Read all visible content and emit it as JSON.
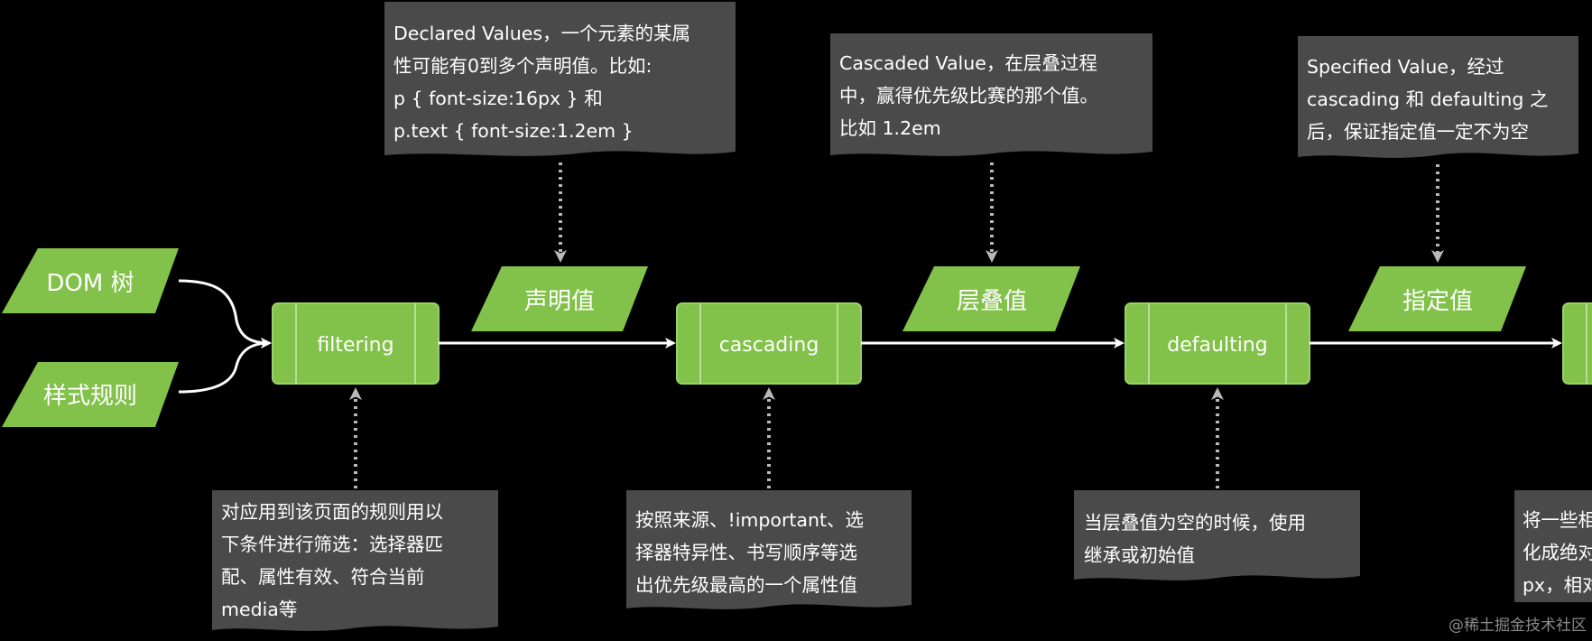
{
  "diagram": {
    "inputs": {
      "dom_tree": "DOM 树",
      "style_rules": "样式规则"
    },
    "processes": {
      "filtering": "filtering",
      "cascading": "cascading",
      "defaulting": "defaulting"
    },
    "values": {
      "declared": "声明值",
      "cascaded": "层叠值",
      "specified": "指定值"
    },
    "notes": {
      "declared": [
        "Declared Values，一个元素的某属",
        "性可能有0到多个声明值。比如:",
        "p { font-size:16px } 和",
        "p.text { font-size:1.2em }"
      ],
      "cascaded": [
        "Cascaded Value，在层叠过程",
        "中，赢得优先级比赛的那个值。",
        "比如 1.2em"
      ],
      "specified": [
        "Specified Value，经过",
        "cascading 和 defaulting 之",
        "后，保证指定值一定不为空"
      ],
      "filtering": [
        "对应用到该页面的规则用以",
        "下条件进行筛选：选择器匹",
        "配、属性有效、符合当前",
        "media等"
      ],
      "cascading": [
        "按照来源、!important、选",
        "择器特异性、书写顺序等选",
        "出优先级最高的一个属性值"
      ],
      "defaulting": [
        "当层叠值为空的时候，使用",
        "继承或初始值"
      ],
      "computing": [
        "将一些相",
        "化成绝对",
        "px，相对"
      ]
    },
    "watermark": "@稀土掘金技术社区"
  },
  "colors": {
    "background": "#000000",
    "green": "#82c14a",
    "green_border": "#9ad266",
    "note_fill": "#4a4a4a",
    "arrow": "#ffffff",
    "dotted_arrow": "#b9b9b9"
  }
}
